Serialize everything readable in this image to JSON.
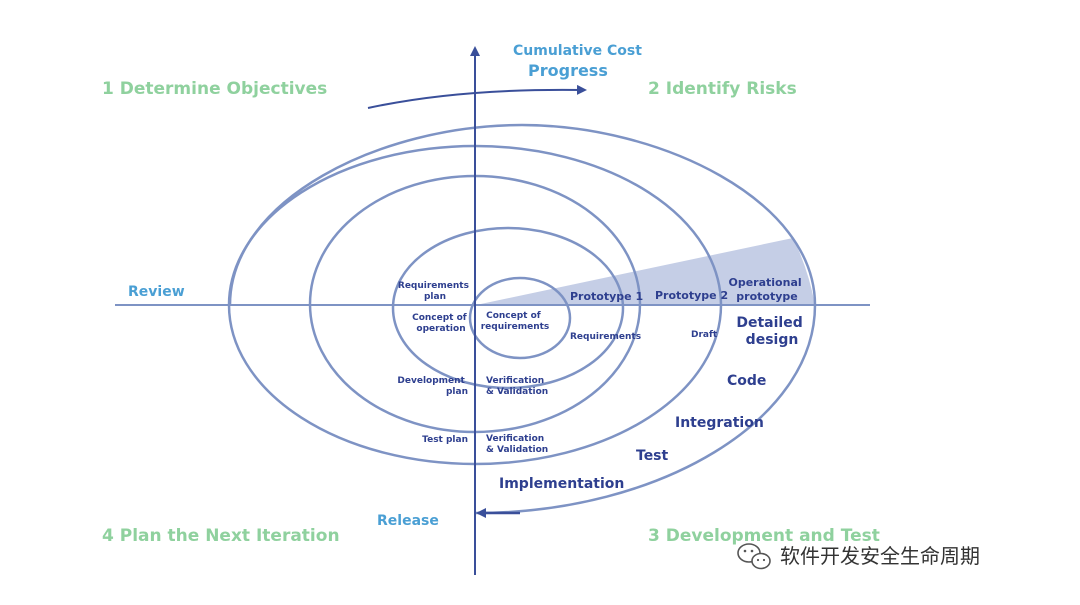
{
  "quadrants": {
    "q1": "1 Determine Objectives",
    "q2": "2 Identify Risks",
    "q3": "3 Development and Test",
    "q4": "4 Plan the Next Iteration"
  },
  "axes": {
    "cumulative_cost": "Cumulative Cost",
    "progress": "Progress",
    "review": "Review",
    "release": "Release"
  },
  "labels": {
    "requirements_plan": [
      "Requirements",
      "plan"
    ],
    "concept_of_operation": [
      "Concept of",
      "operation"
    ],
    "concept_of_requirements": [
      "Concept of",
      "requirements"
    ],
    "prototype_1": "Prototype 1",
    "prototype_2": "Prototype 2",
    "operational_prototype": [
      "Operational",
      "prototype"
    ],
    "requirements": "Requirements",
    "draft": "Draft",
    "detailed_design": [
      "Detailed",
      "design"
    ],
    "code": "Code",
    "development_plan": [
      "Development",
      "plan"
    ],
    "verification_validation_1": [
      "Verification",
      "& Validation"
    ],
    "integration": "Integration",
    "test_plan": "Test plan",
    "verification_validation_2": [
      "Verification",
      "& Validation"
    ],
    "test": "Test",
    "implementation": "Implementation"
  },
  "watermark": "软件开发安全生命周期",
  "colors": {
    "spiral": "#7e93c4",
    "axis": "#7e93c4",
    "quadrant_text": "#8fd19e",
    "axis_text": "#4a9fd4",
    "inner_text": "#2e3f8f",
    "risk_wedge": "#c5cee6"
  }
}
